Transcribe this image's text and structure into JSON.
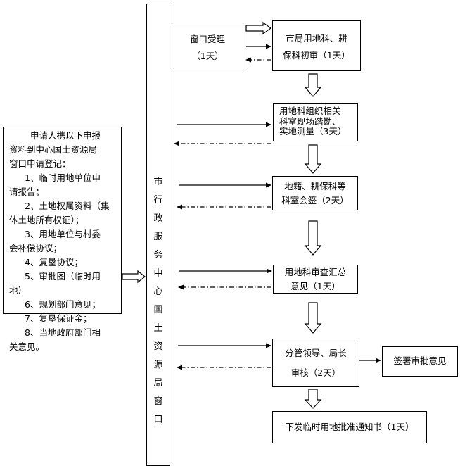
{
  "left_box": {
    "lines": [
      "申请人携以下申报",
      "资料到中心国土资源局",
      "窗口申请登记：",
      "1、临时用地单位申",
      "请报告；",
      "2、土地权属资料（集",
      "体土地所有权证）；",
      "3、用地单位与村委",
      "会补偿协议；",
      "4、复垦协议；",
      "5、审批图（临时用",
      "地）",
      "6、规划部门意见；",
      "7、复垦保证金；",
      "8、当地政府部门相",
      "关意见。"
    ]
  },
  "center_column": {
    "chars": [
      "市",
      "行",
      "政",
      "服",
      "务",
      "中",
      "心",
      "国",
      "土",
      "资",
      "源",
      "局",
      "窗",
      "口"
    ]
  },
  "window_box": {
    "line1": "窗口受理",
    "line2": "（1天）"
  },
  "steps": [
    {
      "line1": "市局用地科、耕",
      "line2": "保科初审（1天）"
    },
    {
      "line1": "用地科组织相关",
      "line2": "科室现场踏勘、",
      "line3": "实地测量（3天）"
    },
    {
      "line1": "地籍、耕保科等",
      "line2": "科室会签（2天）"
    },
    {
      "line1": "用地科审查汇总",
      "line2": "意见（1天）"
    },
    {
      "line1": "分管领导、局长",
      "line2": "审核（2天）"
    },
    {
      "line1": "下发临时用地批准通知书（1天）"
    }
  ],
  "side_box": {
    "label": "签署审批意见"
  }
}
